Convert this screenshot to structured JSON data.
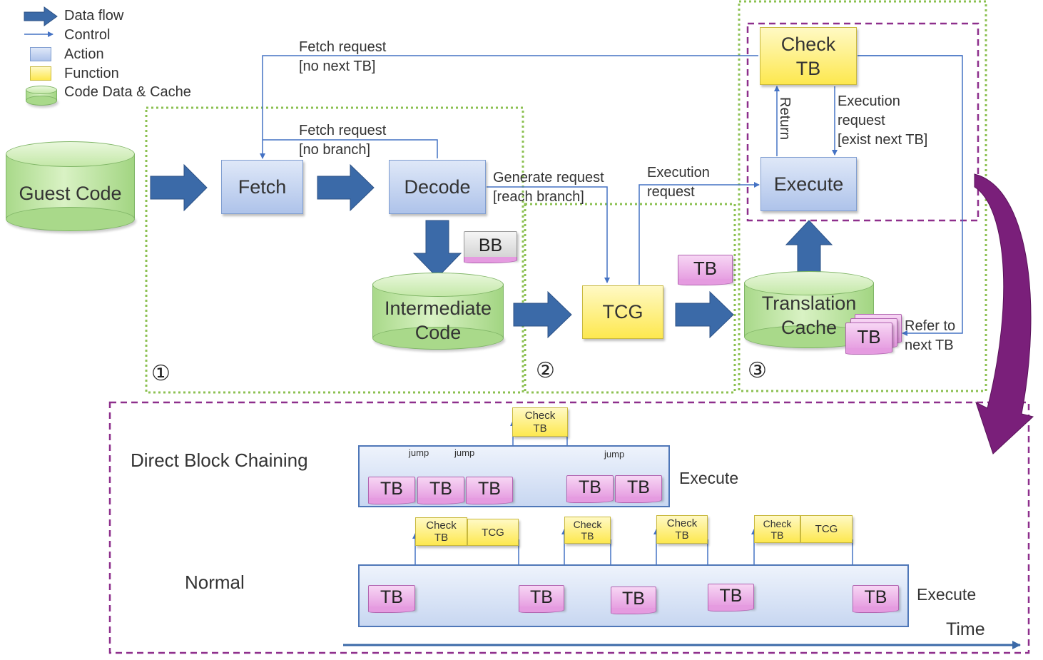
{
  "legend": {
    "data_flow": "Data flow",
    "control": "Control",
    "action": "Action",
    "function": "Function",
    "code_data_cache": "Code Data & Cache"
  },
  "top": {
    "guest_code": "Guest Code",
    "fetch": "Fetch",
    "decode": "Decode",
    "bb": "BB",
    "intermediate_code_line1": "Intermediate",
    "intermediate_code_line2": "Code",
    "tcg": "TCG",
    "tb": "TB",
    "translation_cache_line1": "Translation",
    "translation_cache_line2": "Cache",
    "check_tb_line1": "Check",
    "check_tb_line2": "TB",
    "execute": "Execute",
    "fetch_request_no_next_tb_line1": "Fetch request",
    "fetch_request_no_next_tb_line2": "[no next TB]",
    "fetch_request_no_branch_line1": "Fetch request",
    "fetch_request_no_branch_line2": "[no branch]",
    "generate_request_line1": "Generate request",
    "generate_request_line2": "[reach branch]",
    "execution_request_line1": "Execution",
    "execution_request_line2": "request",
    "return_label": "Return",
    "execution_request_exist_line1": "Execution",
    "execution_request_exist_line2": "request",
    "execution_request_exist_line3": "[exist next TB]",
    "refer_to_line1": "Refer to",
    "refer_to_line2": "next TB",
    "region1": "①",
    "region2": "②",
    "region3": "③"
  },
  "bottom": {
    "dbc_label": "Direct Block Chaining",
    "normal_label": "Normal",
    "execute": "Execute",
    "jump": "jump",
    "check": "Check",
    "tb": "TB",
    "tcg": "TCG",
    "time": "Time"
  },
  "colors": {
    "arrow_blue": "#3b6aa8",
    "control_line": "#4472c4",
    "green_dash": "#8cc152",
    "purple_dash": "#8e2f8c",
    "purple_arrow": "#7a1f7a"
  }
}
